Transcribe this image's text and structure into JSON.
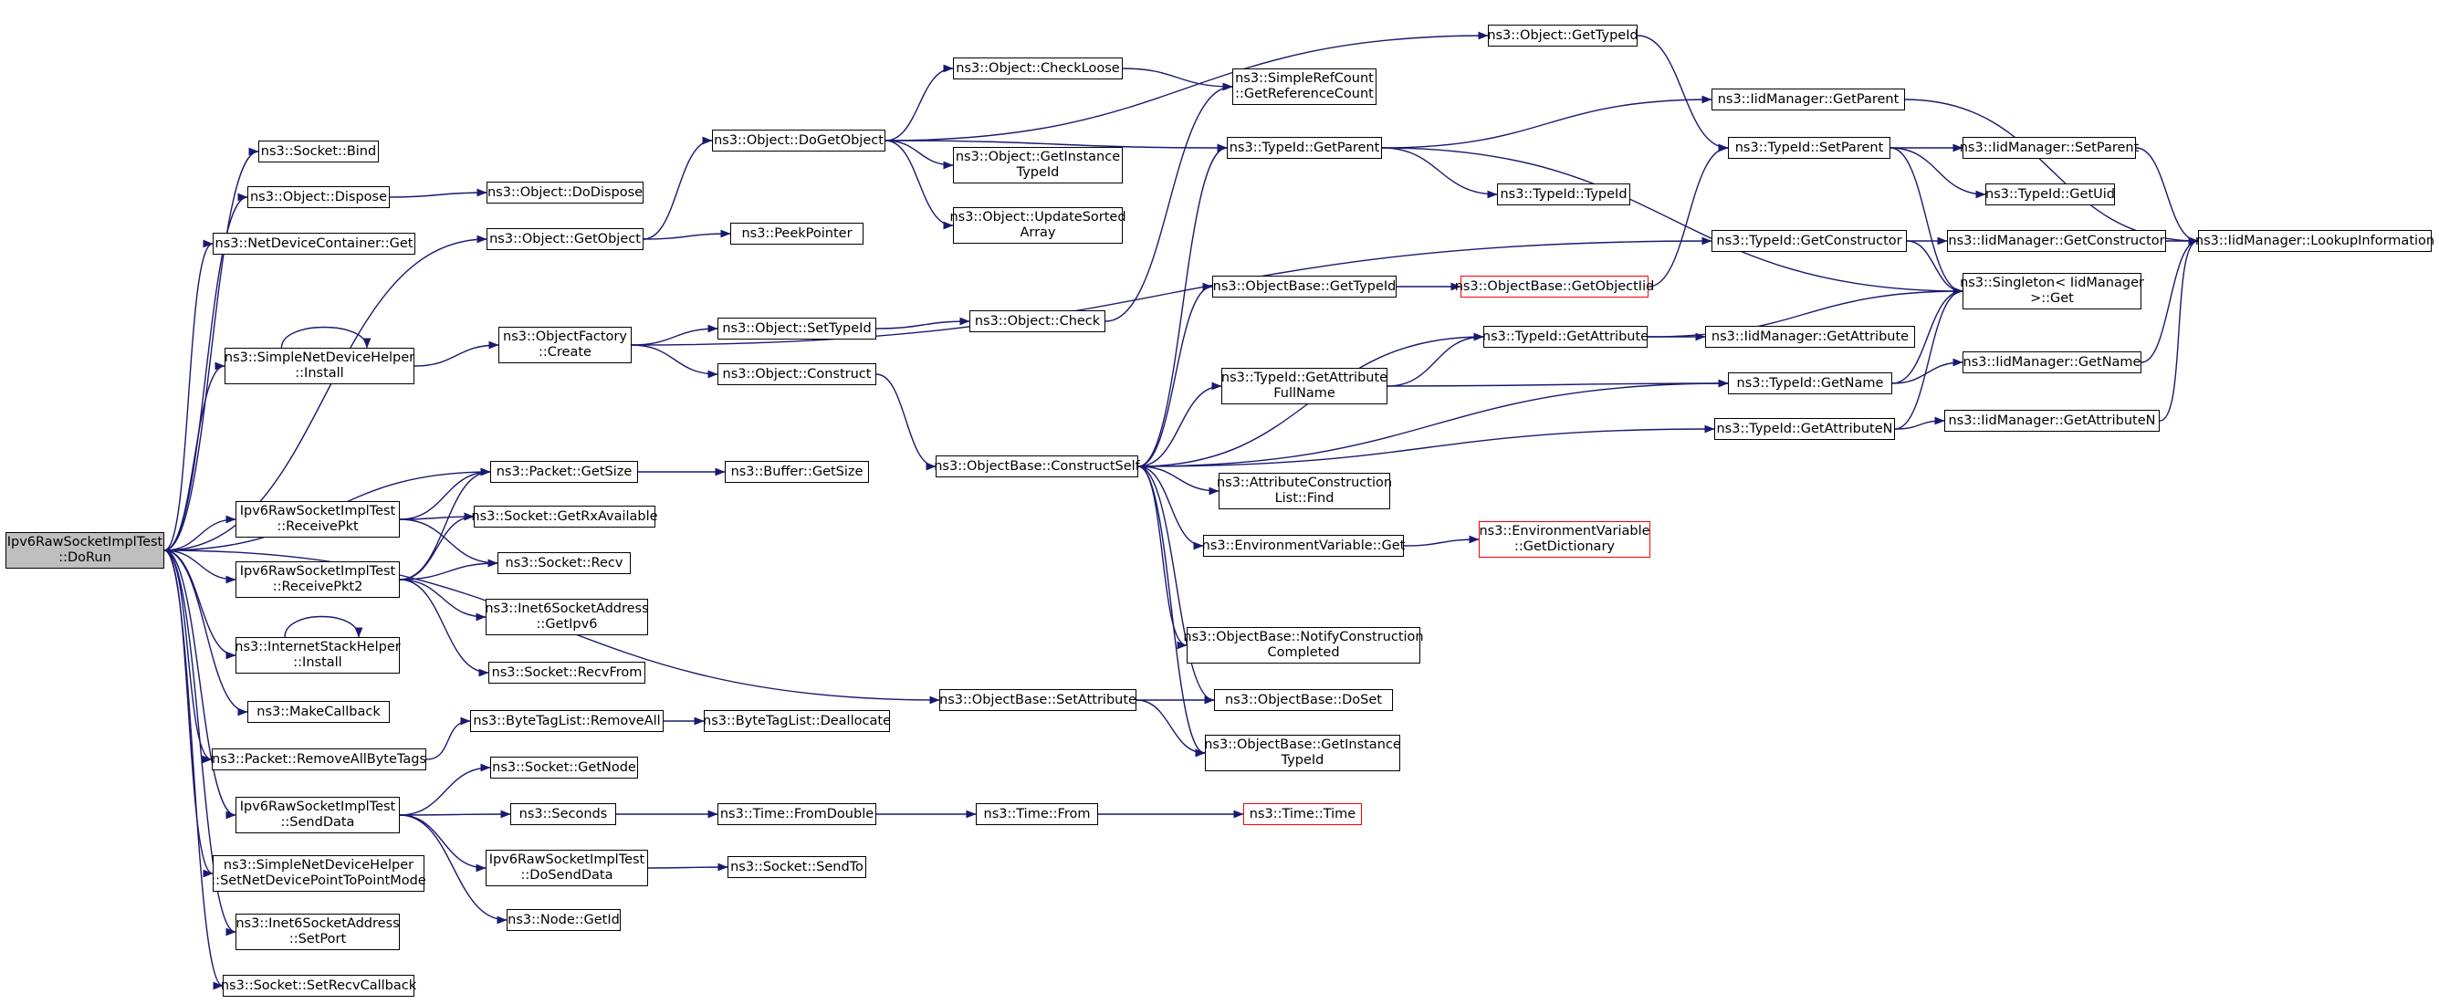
{
  "diagram": {
    "kind": "call-graph",
    "edge_color": "#191970",
    "truncated_border_color": "#ff0000",
    "root_fill": "#bfbfbf",
    "nodes": [
      {
        "id": "dorun",
        "lines": [
          "Ipv6RawSocketImplTest",
          "::DoRun"
        ],
        "root": true
      },
      {
        "id": "sock_bind",
        "lines": [
          "ns3::Socket::Bind"
        ]
      },
      {
        "id": "obj_dispose",
        "lines": [
          "ns3::Object::Dispose"
        ]
      },
      {
        "id": "ndc_get",
        "lines": [
          "ns3::NetDeviceContainer::Get"
        ]
      },
      {
        "id": "sndh_install",
        "lines": [
          "ns3::SimpleNetDeviceHelper",
          "::Install"
        ]
      },
      {
        "id": "pkt_getsize",
        "lines": [
          "ns3::Packet::GetSize"
        ]
      },
      {
        "id": "recvpkt",
        "lines": [
          "Ipv6RawSocketImplTest",
          "::ReceivePkt"
        ]
      },
      {
        "id": "recvpkt2",
        "lines": [
          "Ipv6RawSocketImplTest",
          "::ReceivePkt2"
        ]
      },
      {
        "id": "ish_install",
        "lines": [
          "ns3::InternetStackHelper",
          "::Install"
        ]
      },
      {
        "id": "makecallback",
        "lines": [
          "ns3::MakeCallback"
        ]
      },
      {
        "id": "pkt_rmbyte",
        "lines": [
          "ns3::Packet::RemoveAllByteTags"
        ]
      },
      {
        "id": "senddata",
        "lines": [
          "Ipv6RawSocketImplTest",
          "::SendData"
        ]
      },
      {
        "id": "sndh_setp2p",
        "lines": [
          "ns3::SimpleNetDeviceHelper",
          "::SetNetDevicePointToPointMode"
        ]
      },
      {
        "id": "i6sa_setport",
        "lines": [
          "ns3::Inet6SocketAddress",
          "::SetPort"
        ]
      },
      {
        "id": "sock_setrecvcb",
        "lines": [
          "ns3::Socket::SetRecvCallback"
        ]
      },
      {
        "id": "obj_dodispose",
        "lines": [
          "ns3::Object::DoDispose"
        ]
      },
      {
        "id": "obj_getobject",
        "lines": [
          "ns3::Object::GetObject"
        ]
      },
      {
        "id": "of_create",
        "lines": [
          "ns3::ObjectFactory",
          "::Create"
        ]
      },
      {
        "id": "sock_getrx",
        "lines": [
          "ns3::Socket::GetRxAvailable"
        ]
      },
      {
        "id": "sock_recv",
        "lines": [
          "ns3::Socket::Recv"
        ]
      },
      {
        "id": "i6sa_getipv6",
        "lines": [
          "ns3::Inet6SocketAddress",
          "::GetIpv6"
        ]
      },
      {
        "id": "sock_recvfrom",
        "lines": [
          "ns3::Socket::RecvFrom"
        ]
      },
      {
        "id": "btl_removeall",
        "lines": [
          "ns3::ByteTagList::RemoveAll"
        ]
      },
      {
        "id": "sock_getnode",
        "lines": [
          "ns3::Socket::GetNode"
        ]
      },
      {
        "id": "seconds",
        "lines": [
          "ns3::Seconds"
        ]
      },
      {
        "id": "dosenddata",
        "lines": [
          "Ipv6RawSocketImplTest",
          "::DoSendData"
        ]
      },
      {
        "id": "node_getid",
        "lines": [
          "ns3::Node::GetId"
        ]
      },
      {
        "id": "obj_dogetobject",
        "lines": [
          "ns3::Object::DoGetObject"
        ]
      },
      {
        "id": "peekpointer",
        "lines": [
          "ns3::PeekPointer"
        ]
      },
      {
        "id": "obj_settypeid",
        "lines": [
          "ns3::Object::SetTypeId"
        ]
      },
      {
        "id": "obj_construct",
        "lines": [
          "ns3::Object::Construct"
        ]
      },
      {
        "id": "buf_getsize",
        "lines": [
          "ns3::Buffer::GetSize"
        ]
      },
      {
        "id": "btl_dealloc",
        "lines": [
          "ns3::ByteTagList::Deallocate"
        ]
      },
      {
        "id": "time_fromdouble",
        "lines": [
          "ns3::Time::FromDouble"
        ]
      },
      {
        "id": "sock_sendto",
        "lines": [
          "ns3::Socket::SendTo"
        ]
      },
      {
        "id": "obj_checkloose",
        "lines": [
          "ns3::Object::CheckLoose"
        ]
      },
      {
        "id": "obj_getinsttid",
        "lines": [
          "ns3::Object::GetInstance",
          "TypeId"
        ]
      },
      {
        "id": "obj_updsorted",
        "lines": [
          "ns3::Object::UpdateSorted",
          "Array"
        ]
      },
      {
        "id": "obj_check",
        "lines": [
          "ns3::Object::Check"
        ]
      },
      {
        "id": "ob_constructself",
        "lines": [
          "ns3::ObjectBase::ConstructSelf"
        ]
      },
      {
        "id": "ob_setattr",
        "lines": [
          "ns3::ObjectBase::SetAttribute"
        ]
      },
      {
        "id": "time_from",
        "lines": [
          "ns3::Time::From"
        ]
      },
      {
        "id": "src_getrefcount",
        "lines": [
          "ns3::SimpleRefCount",
          "::GetReferenceCount"
        ]
      },
      {
        "id": "tid_getparent",
        "lines": [
          "ns3::TypeId::GetParent"
        ]
      },
      {
        "id": "ob_gettypeid",
        "lines": [
          "ns3::ObjectBase::GetTypeId"
        ]
      },
      {
        "id": "tid_getattrfull",
        "lines": [
          "ns3::TypeId::GetAttribute",
          "FullName"
        ]
      },
      {
        "id": "acl_find",
        "lines": [
          "ns3::AttributeConstruction",
          "List::Find"
        ]
      },
      {
        "id": "envvar_get",
        "lines": [
          "ns3::EnvironmentVariable::Get"
        ]
      },
      {
        "id": "ob_notify",
        "lines": [
          "ns3::ObjectBase::NotifyConstruction",
          "Completed"
        ]
      },
      {
        "id": "ob_doset",
        "lines": [
          "ns3::ObjectBase::DoSet"
        ]
      },
      {
        "id": "ob_getinsttid",
        "lines": [
          "ns3::ObjectBase::GetInstance",
          "TypeId"
        ]
      },
      {
        "id": "time_time",
        "lines": [
          "ns3::Time::Time"
        ],
        "truncated": true
      },
      {
        "id": "obj_gettypeid",
        "lines": [
          "ns3::Object::GetTypeId"
        ]
      },
      {
        "id": "tid_tid",
        "lines": [
          "ns3::TypeId::TypeId"
        ]
      },
      {
        "id": "ob_getobjtid",
        "lines": [
          "ns3::ObjectBase::GetObjectIid"
        ],
        "truncated": true
      },
      {
        "id": "tid_getattribute",
        "lines": [
          "ns3::TypeId::GetAttribute"
        ]
      },
      {
        "id": "envvar_getdict",
        "lines": [
          "ns3::EnvironmentVariable",
          "::GetDictionary"
        ],
        "truncated": true
      },
      {
        "id": "iidm_getparent",
        "lines": [
          "ns3::IidManager::GetParent"
        ]
      },
      {
        "id": "tid_setparent",
        "lines": [
          "ns3::TypeId::SetParent"
        ]
      },
      {
        "id": "tid_getconstructor",
        "lines": [
          "ns3::TypeId::GetConstructor"
        ]
      },
      {
        "id": "iidm_getattribute",
        "lines": [
          "ns3::IidManager::GetAttribute"
        ]
      },
      {
        "id": "tid_getname",
        "lines": [
          "ns3::TypeId::GetName"
        ]
      },
      {
        "id": "tid_getattrn",
        "lines": [
          "ns3::TypeId::GetAttributeN"
        ]
      },
      {
        "id": "iidm_setparent",
        "lines": [
          "ns3::IidManager::SetParent"
        ]
      },
      {
        "id": "tid_getuid",
        "lines": [
          "ns3::TypeId::GetUid"
        ]
      },
      {
        "id": "iidm_getconstructor",
        "lines": [
          "ns3::IidManager::GetConstructor"
        ]
      },
      {
        "id": "singleton_get",
        "lines": [
          "ns3::Singleton< IidManager",
          ">::Get"
        ]
      },
      {
        "id": "iidm_getname",
        "lines": [
          "ns3::IidManager::GetName"
        ]
      },
      {
        "id": "iidm_getattrn",
        "lines": [
          "ns3::IidManager::GetAttributeN"
        ]
      },
      {
        "id": "iidm_lookup",
        "lines": [
          "ns3::IidManager::LookupInformation"
        ]
      }
    ]
  }
}
